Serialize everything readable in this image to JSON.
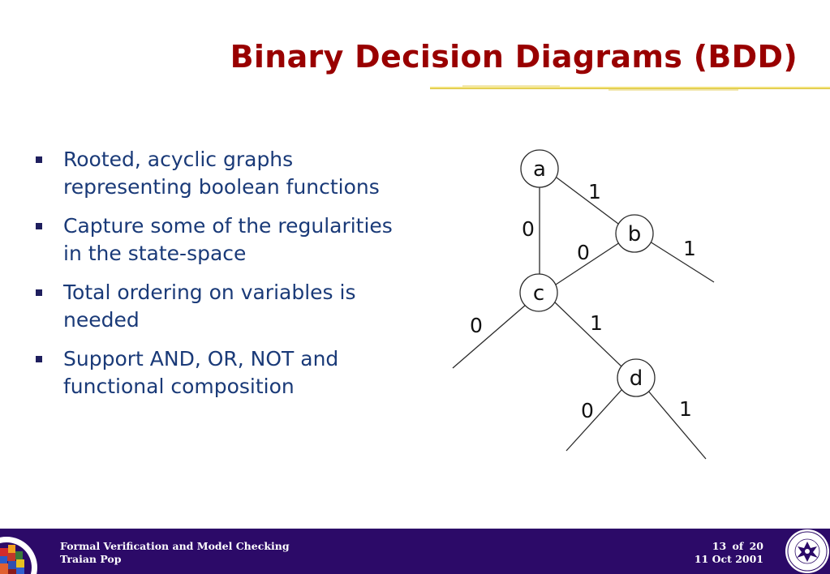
{
  "slide": {
    "title": "Binary Decision Diagrams (BDD)",
    "bullets": [
      "Rooted, acyclic graphs representing boolean functions",
      "Capture some of the regularities in the state-space",
      "Total ordering on variables is needed",
      "Support AND, OR, NOT and functional composition"
    ]
  },
  "diagram": {
    "nodes": [
      "a",
      "b",
      "c",
      "d"
    ],
    "edge_labels": {
      "a_to_b": "1",
      "a_to_c": "0",
      "b_to_c": "0",
      "b_out": "1",
      "c_out_left": "0",
      "c_to_d": "1",
      "d_out_left": "0",
      "d_out_right": "1"
    }
  },
  "footer": {
    "course": "Formal Verification and Model Checking",
    "author": "Traian Pop",
    "page_current": "13",
    "page_sep": "of",
    "page_total": "20",
    "date": "11 Oct 2001"
  },
  "colors": {
    "title": "#990000",
    "body_text": "#1a3a78",
    "footer_bg": "#2c0a68"
  }
}
